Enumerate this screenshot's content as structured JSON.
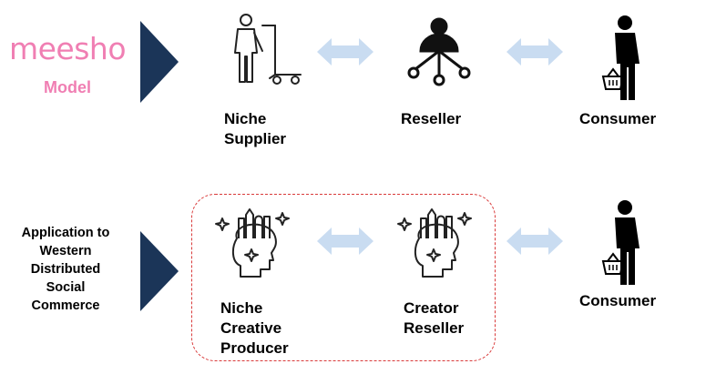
{
  "brand": {
    "name": "meesho",
    "subtitle": "Model"
  },
  "rows": [
    {
      "nodes": [
        {
          "label_lines": [
            "Niche",
            "Supplier"
          ]
        },
        {
          "label_lines": [
            "Reseller"
          ]
        },
        {
          "label_lines": [
            "Consumer"
          ]
        }
      ]
    },
    {
      "side_label_lines": [
        "Application to",
        "Western",
        "Distributed",
        "Social",
        "Commerce"
      ],
      "nodes": [
        {
          "label_lines": [
            "Niche",
            "Creative",
            "Producer"
          ]
        },
        {
          "label_lines": [
            "Creator",
            "Reseller"
          ]
        },
        {
          "label_lines": [
            "Consumer"
          ]
        }
      ]
    }
  ],
  "colors": {
    "brand": "#f07fb3",
    "chevron": "#1b3558",
    "arrow": "#c9dcf1",
    "dashed_border": "#d93a3a"
  },
  "icons": [
    "worker-with-trolley-icon",
    "network-hub-icon",
    "shopper-with-basket-icon",
    "creative-mind-icon"
  ]
}
